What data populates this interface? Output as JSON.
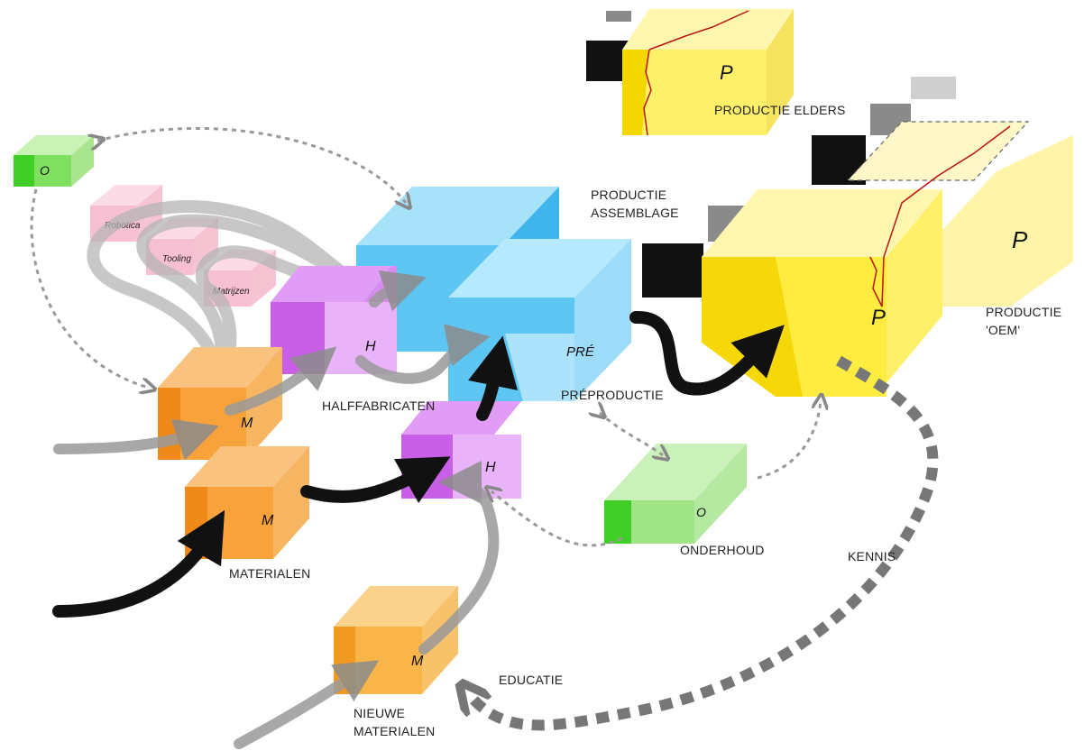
{
  "labels": {
    "productie_elders": "PRODUCTIE ELDERS",
    "productie_assemblage_line1": "PRODUCTIE",
    "productie_assemblage_line2": "ASSEMBLAGE",
    "productie_oem_line1": "PRODUCTIE",
    "productie_oem_line2": "'OEM'",
    "halffabricaten": "HALFFABRICATEN",
    "preproductie": "PRÉPRODUCTIE",
    "materialen": "MATERIALEN",
    "onderhoud": "ONDERHOUD",
    "kennis": "KENNIS",
    "educatie": "EDUCATIE",
    "nieuwe_materialen_line1": "NIEUWE",
    "nieuwe_materialen_line2": "MATERIALEN"
  },
  "blocks": {
    "p_top": "P",
    "p_main": "P",
    "p_back": "P",
    "pre": "PRÉ",
    "h_upper": "H",
    "h_lower": "H",
    "m_upper": "M",
    "m_middle": "M",
    "m_lower": "M",
    "o_small": "O",
    "o_main": "O"
  },
  "tools": {
    "robotica": "Robotica",
    "tooling": "Tooling",
    "matrijzen": "Matrijzen"
  },
  "colors": {
    "yellow": "#FFF06A",
    "orange": "#F7A23B",
    "purple": "#C85FE6",
    "blue": "#5EC6F2",
    "green": "#7FE060",
    "pink": "#F7BFD2",
    "dark_arrow": "#111111",
    "gray_arrow": "#9a9a9a"
  }
}
